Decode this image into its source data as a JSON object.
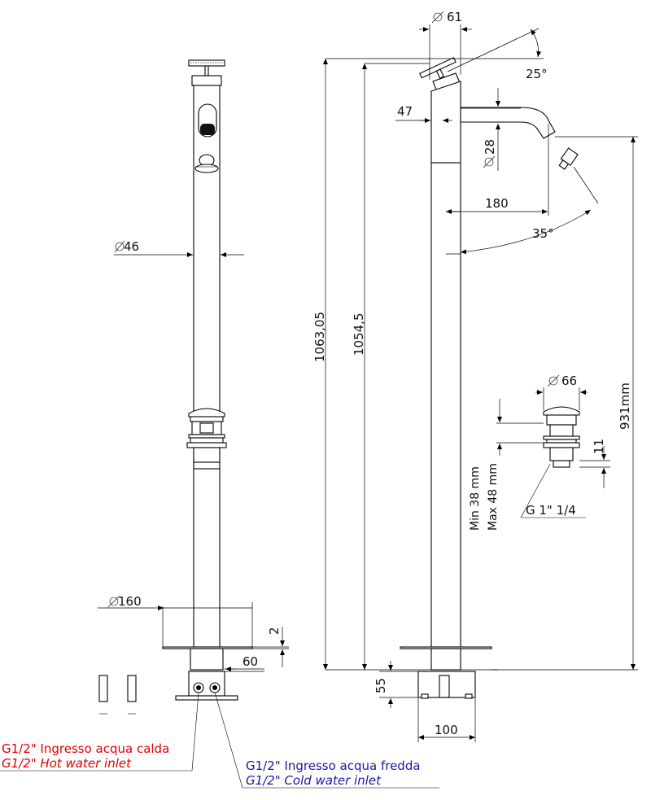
{
  "dimensions": {
    "front_diameter_top": "46",
    "front_base_diameter": "160",
    "front_base_thickness": "2",
    "front_inlet_spacing": "60",
    "side_handle_diameter": "61",
    "side_handle_angle": "25°",
    "side_handle_offset": "47",
    "spout_diameter": "28",
    "spout_reach": "180",
    "spout_angle": "35°",
    "overall_height_1": "1063,05",
    "overall_height_2": "1054,5",
    "outlet_height": "931mm",
    "waste_diameter": "66",
    "waste_height": "11",
    "waste_min": "Min 38 mm",
    "waste_max": "Max 48 mm",
    "waste_thread": "G 1\" 1/4",
    "base_height": "55",
    "base_width": "100"
  },
  "notes": {
    "hot_it": "G1/2\" Ingresso acqua calda",
    "hot_en": "G1/2\" Hot water inlet",
    "cold_it": "G1/2\" Ingresso acqua fredda",
    "cold_en": "G1/2\" Cold water inlet"
  },
  "colors": {
    "hot_label": "#e00000",
    "cold_label": "#1a1aa0"
  }
}
